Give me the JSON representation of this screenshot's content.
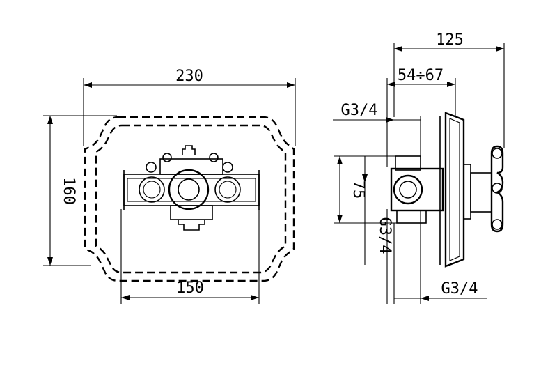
{
  "front_view": {
    "width_dim": "230",
    "height_dim": "160",
    "centers_dim": "150"
  },
  "side_view": {
    "depth_dim": "125",
    "range_dim": "54÷67",
    "thread_top": "G3/4",
    "center_dim": "75",
    "thread_left": "G3/4",
    "thread_bottom": "G3/4"
  }
}
